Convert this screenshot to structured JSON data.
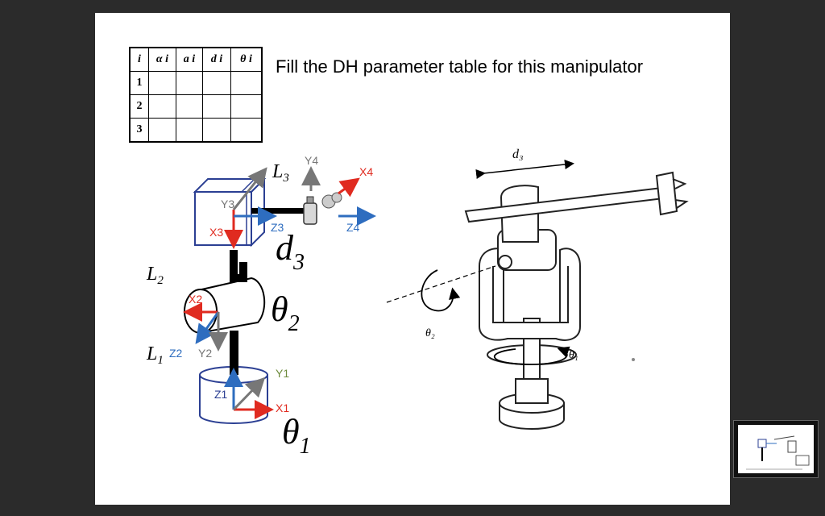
{
  "slide": {
    "title": "Fill the DH parameter table for this manipulator"
  },
  "dh_table": {
    "headers": [
      "i",
      "α i",
      "a i",
      "d i",
      "θ i"
    ],
    "rows": [
      {
        "i": "1",
        "cells": [
          "",
          "",
          "",
          ""
        ]
      },
      {
        "i": "2",
        "cells": [
          "",
          "",
          "",
          ""
        ]
      },
      {
        "i": "3",
        "cells": [
          "",
          "",
          "",
          ""
        ]
      }
    ]
  },
  "diagram": {
    "labels": {
      "L1": "L",
      "L1_sub": "1",
      "L2": "L",
      "L2_sub": "2",
      "L3": "L",
      "L3_sub": "3",
      "d3": "d",
      "d3_sub": "3",
      "theta2": "θ",
      "theta2_sub": "2",
      "theta1": "θ",
      "theta1_sub": "1"
    },
    "axes": {
      "x1": "X1",
      "y1": "Y1",
      "z1": "Z1",
      "x2": "X2",
      "y2": "Y2",
      "z2": "Z2",
      "x3": "X3",
      "y3": "Y3",
      "z3": "Z3",
      "x4": "X4",
      "y4": "Y4",
      "z4": "Z4"
    },
    "colors": {
      "x_axis": "#e02b20",
      "z_axis": "#2e6dbf",
      "y_axis": "#777777",
      "y1_label": "#6e8b3d",
      "body_outline": "#2b3f93"
    }
  },
  "sketch": {
    "d3": "d₃",
    "theta2": "θ₂",
    "theta1": "θ₁"
  }
}
